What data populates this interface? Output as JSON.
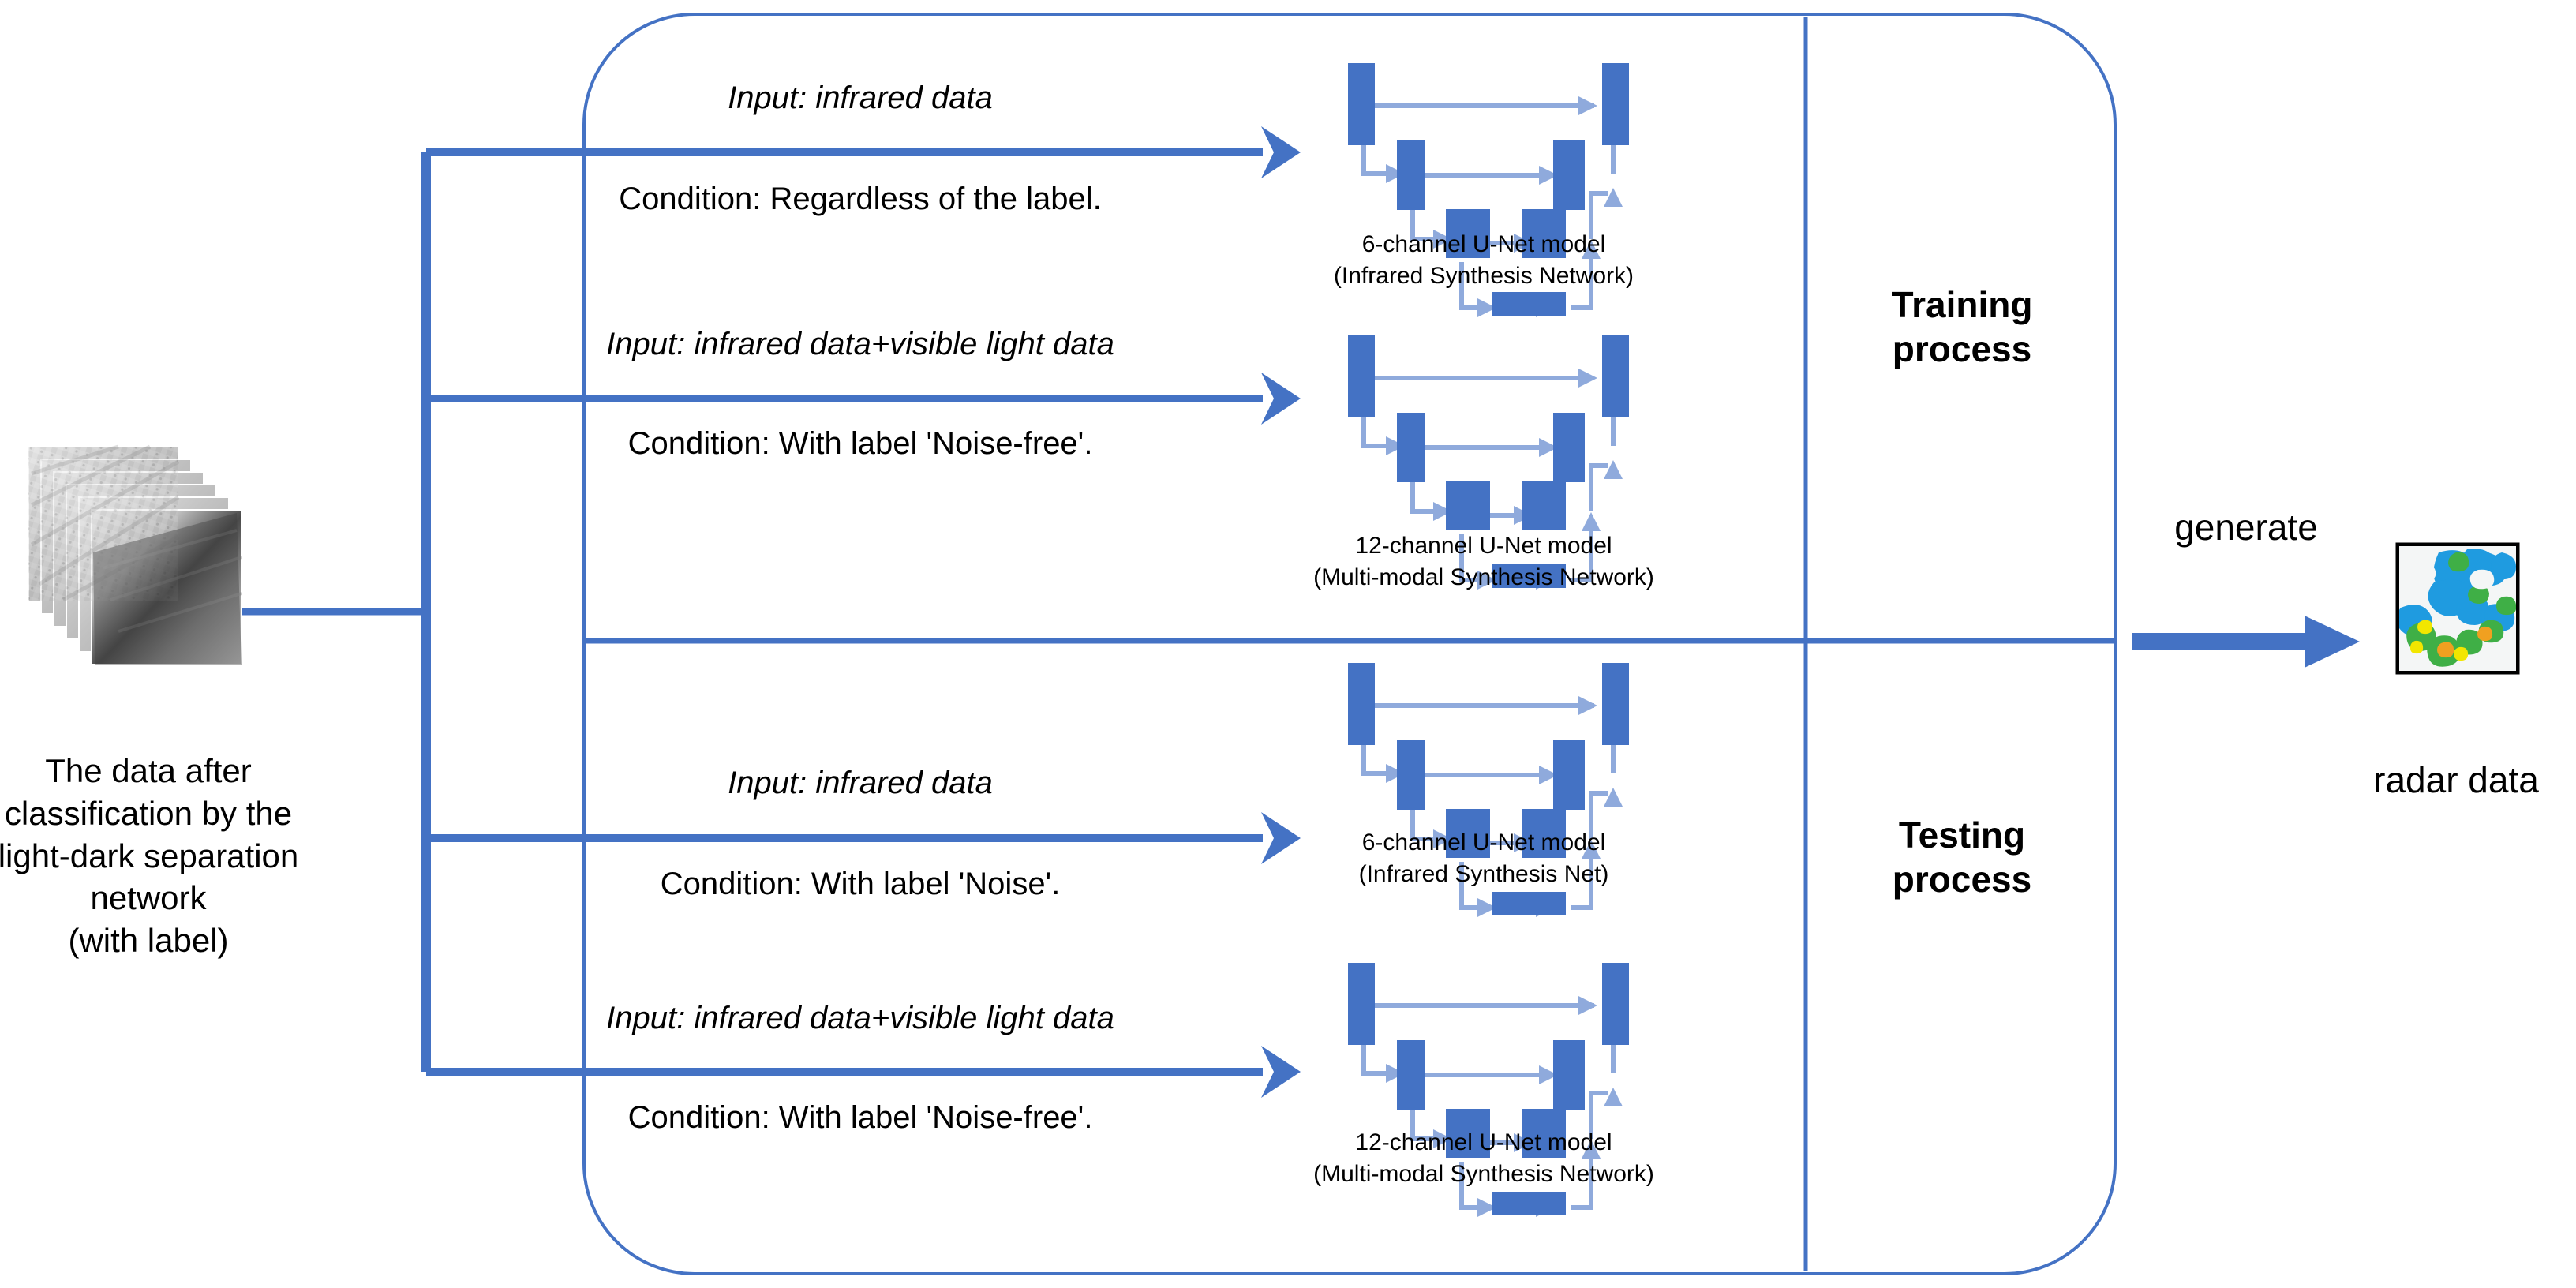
{
  "source": {
    "caption": "The data after\nclassification by the\nlight-dark separation\nnetwork\n(with label)",
    "icon": "image-stack-icon"
  },
  "flow": {
    "branches": [
      {
        "id": "train-infrared",
        "input_label": "Input: infrared data",
        "condition_label": "Condition: Regardless of the label.",
        "model_title": "6-channel U-Net model",
        "model_subtitle": "(Infrared Synthesis Network)",
        "arrow": "right-arrow-icon"
      },
      {
        "id": "train-multimodal",
        "input_label": "Input: infrared data+visible light data",
        "condition_label": "Condition: With label 'Noise-free'.",
        "model_title": "12-channel U-Net model",
        "model_subtitle": "(Multi-modal Synthesis Network)",
        "arrow": "right-arrow-icon"
      },
      {
        "id": "test-infrared",
        "input_label": "Input: infrared data",
        "condition_label": "Condition: With label 'Noise'.",
        "model_title": "6-channel U-Net model",
        "model_subtitle": "(Infrared Synthesis Net)",
        "arrow": "right-arrow-icon"
      },
      {
        "id": "test-multimodal",
        "input_label": "Input: infrared data+visible light data",
        "condition_label": "Condition: With label 'Noise-free'.",
        "model_title": "12-channel U-Net model",
        "model_subtitle": "(Multi-modal Synthesis Network)",
        "arrow": "right-arrow-icon"
      }
    ]
  },
  "processes": {
    "training": "Training\nprocess",
    "testing": "Testing\nprocess"
  },
  "output": {
    "generate_label": "generate",
    "radar_caption": "radar data",
    "icon": "radar-image-icon"
  },
  "colors": {
    "accent_blue": "#4472C4",
    "light_blue": "#8FAADC",
    "container_border": "#4472C4",
    "text": "#000000",
    "radar_blue": "#1F9BE0",
    "radar_green": "#3FAF46",
    "radar_yellow": "#F2E600",
    "radar_orange": "#F0A020",
    "background": "#FFFFFF"
  }
}
